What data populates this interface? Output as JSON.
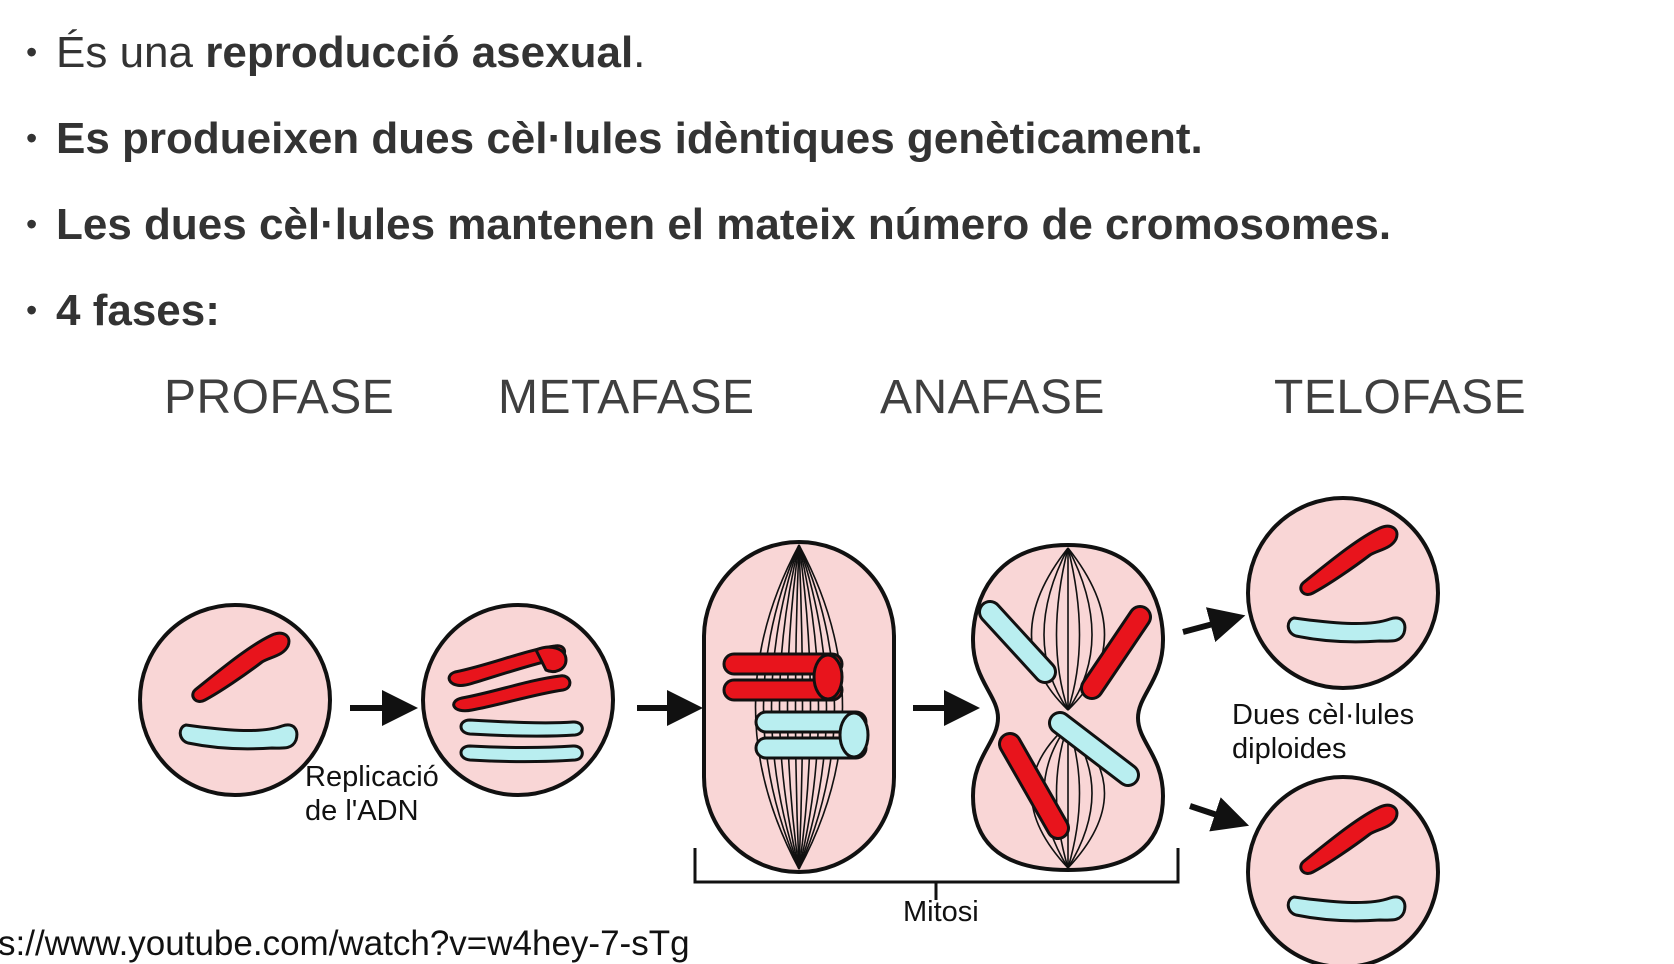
{
  "bullets": [
    {
      "pre": "És una ",
      "bold": "reproducció asexual",
      "post": "."
    },
    {
      "pre": "",
      "bold": "Es produeixen dues cèl·lules idèntiques genèticament.",
      "post": ""
    },
    {
      "pre": "",
      "bold": "Les dues cèl·lules mantenen el mateix número de cromosomes.",
      "post": ""
    },
    {
      "pre": "",
      "bold": "4 fases:",
      "post": ""
    }
  ],
  "bullet_symbol": "•",
  "phases": [
    "PROFASE",
    "METAFASE",
    "ANAFASE",
    "TELOFASE"
  ],
  "diagram": {
    "replication_label_line1": "Replicació",
    "replication_label_line2": "de l'ADN",
    "daughter_label_line1": "Dues cèl·lules",
    "daughter_label_line2": "diploides",
    "mitosis_label": "Mitosi",
    "colors": {
      "cell_fill": "#f9d6d6",
      "outline": "#111111",
      "red_chromosome": "#e8141c",
      "blue_chromosome": "#b9eef0",
      "text": "#333333"
    }
  },
  "source_url": "s://www.youtube.com/watch?v=w4hey-7-sTg"
}
